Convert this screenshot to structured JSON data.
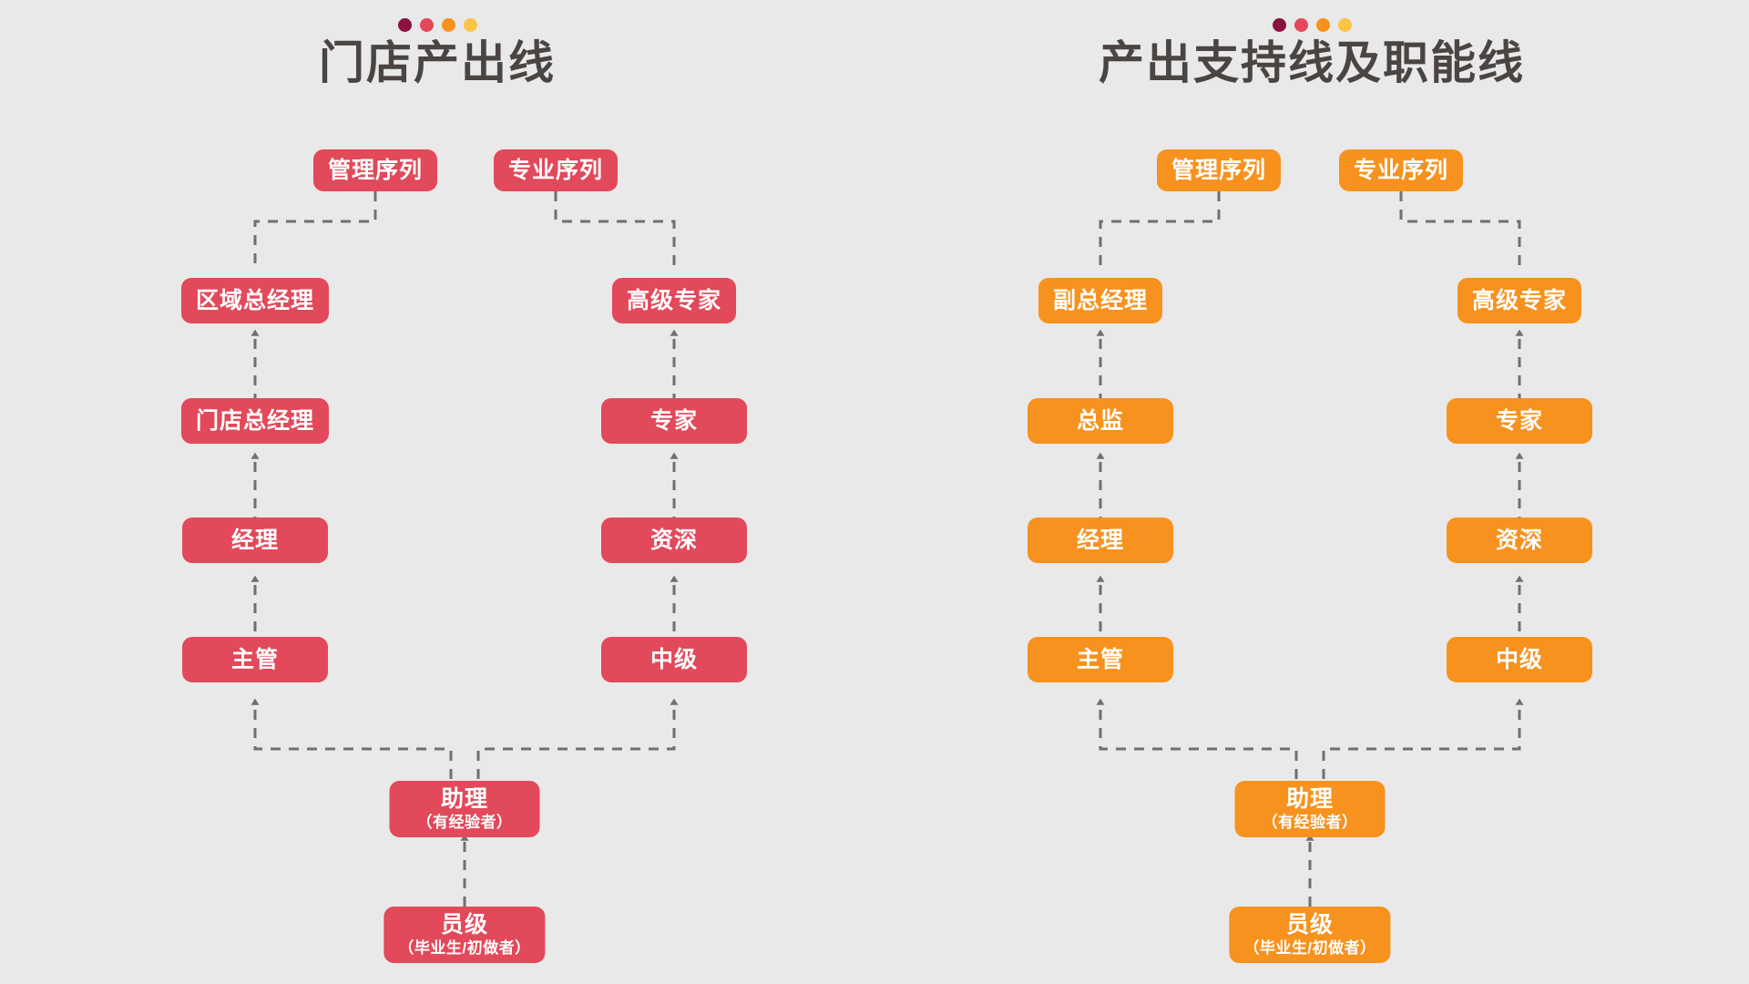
{
  "theme": {
    "background": "#e9e9e9",
    "title_color": "#4a4442",
    "wire_color": "#707070",
    "red": "#e2495a",
    "orange": "#f7921e"
  },
  "dots": [
    {
      "name": "dot-maroon",
      "color": "#8c1040"
    },
    {
      "name": "dot-red",
      "color": "#e2495a"
    },
    {
      "name": "dot-orange",
      "color": "#f7921e"
    },
    {
      "name": "dot-yellow",
      "color": "#fbc445"
    }
  ],
  "panels": [
    {
      "id": "store-output-line",
      "title": "门店产出线",
      "accent": "#e2495a",
      "sequences": [
        {
          "label": "管理序列"
        },
        {
          "label": "专业序列"
        }
      ],
      "management_track": [
        {
          "main": "区域总经理",
          "sub": ""
        },
        {
          "main": "门店总经理",
          "sub": ""
        },
        {
          "main": "经理",
          "sub": ""
        },
        {
          "main": "主管",
          "sub": ""
        }
      ],
      "professional_track": [
        {
          "main": "高级专家",
          "sub": ""
        },
        {
          "main": "专家",
          "sub": ""
        },
        {
          "main": "资深",
          "sub": ""
        },
        {
          "main": "中级",
          "sub": ""
        }
      ],
      "base_track": [
        {
          "main": "助理",
          "sub": "（有经验者）"
        },
        {
          "main": "员级",
          "sub": "（毕业生/初做者）"
        }
      ]
    },
    {
      "id": "output-support-and-function-line",
      "title": "产出支持线及职能线",
      "accent": "#f7921e",
      "sequences": [
        {
          "label": "管理序列"
        },
        {
          "label": "专业序列"
        }
      ],
      "management_track": [
        {
          "main": "副总经理",
          "sub": ""
        },
        {
          "main": "总监",
          "sub": ""
        },
        {
          "main": "经理",
          "sub": ""
        },
        {
          "main": "主管",
          "sub": ""
        }
      ],
      "professional_track": [
        {
          "main": "高级专家",
          "sub": ""
        },
        {
          "main": "专家",
          "sub": ""
        },
        {
          "main": "资深",
          "sub": ""
        },
        {
          "main": "中级",
          "sub": ""
        }
      ],
      "base_track": [
        {
          "main": "助理",
          "sub": "（有经验者）"
        },
        {
          "main": "员级",
          "sub": "（毕业生/初做者）"
        }
      ]
    }
  ]
}
